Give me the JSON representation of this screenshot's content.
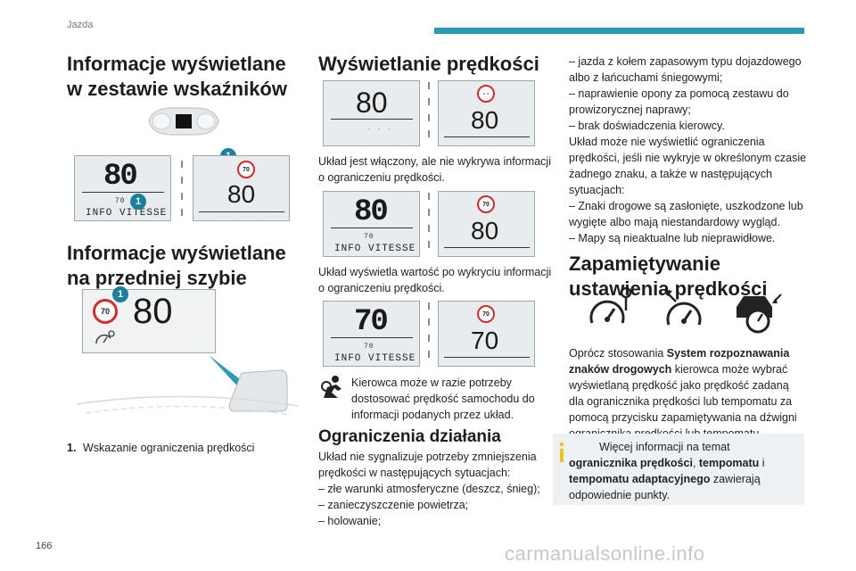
{
  "header": {
    "section": "Jazda"
  },
  "footer": {
    "page_number": "166",
    "watermark": "carmanualsonline.info"
  },
  "col1": {
    "heading1": "Informacje wyświetlane w zestawie wskaźników",
    "heading2": "Informacje wyświetlane na przedniej szybie",
    "caption_num": "1.",
    "caption_text": "Wskazanie ograniczenia prędkości",
    "badge": "1",
    "display1": {
      "speed": "80",
      "small": "70",
      "info": "INFO VITESSE",
      "sign": "70",
      "limit": "80"
    },
    "hud": {
      "sign": "70",
      "speed": "80"
    }
  },
  "col2": {
    "heading1": "Wyświetlanie prędkości",
    "d1": {
      "speed": "80",
      "small": "- - -",
      "sign": "- -",
      "limit": "80"
    },
    "p1": "Układ jest włączony, ale nie wykrywa informacji o ograniczeniu prędkości.",
    "d2": {
      "speed": "80",
      "small": "70",
      "info": "INFO VITESSE",
      "sign": "70",
      "limit": "80"
    },
    "p2": "Układ wyświetla wartość po wykryciu informacji o ograniczeniu prędkości.",
    "d3": {
      "speed": "70",
      "small": "70",
      "info": "INFO VITESSE",
      "sign": "70",
      "limit": "70"
    },
    "p3": "Kierowca może w razie potrzeby dostosować prędkość samochodu do informacji podanych przez układ.",
    "heading2": "Ograniczenia działania",
    "p4": "Układ nie sygnalizuje potrzeby zmniejszenia prędkości w następujących sytuacjach:",
    "list": [
      "– złe warunki atmosferyczne (deszcz, śnieg);",
      "– zanieczyszczenie powietrza;",
      "– holowanie;"
    ]
  },
  "col3": {
    "lines_top": [
      "– jazda z kołem zapasowym typu dojazdowego",
      "albo z łańcuchami śniegowymi;",
      "– naprawienie opony za pomocą zestawu do",
      "prowizorycznej naprawy;",
      "– brak doświadczenia kierowcy.",
      "Układ może nie wyświetlić ograniczenia",
      "prędkości, jeśli nie wykryje w określonym czasie",
      "żadnego znaku, a także w następujących",
      "sytuacjach:",
      "– Znaki drogowe są zasłonięte, uszkodzone lub",
      "wygięte albo mają niestandardowy wygląd.",
      "– Mapy są nieaktualne lub nieprawidłowe."
    ],
    "heading": "Zapamiętywanie ustawienia prędkości",
    "para_a": "Oprócz stosowania ",
    "para_b": "System rozpoznawania znaków drogowych",
    "para_c": " kierowca może wybrać wyświetlaną prędkość jako prędkość zadaną dla ogranicznika prędkości lub tempomatu za pomocą przycisku zapamiętywania na dźwigni ogranicznika prędkości lub tempomatu.",
    "info_a": "Więcej informacji na temat ",
    "info_b": "ogranicznika prędkości",
    "info_c": ", ",
    "info_d": "tempomatu",
    "info_e": " i ",
    "info_f": "tempomatu adaptacyjnego",
    "info_g": " zawierają odpowiednie punkty."
  },
  "colors": {
    "accent": "#2a9bb3",
    "badge": "#1b7fa0",
    "sign_red": "#d62b2b",
    "info_icon": "#f0c419"
  }
}
